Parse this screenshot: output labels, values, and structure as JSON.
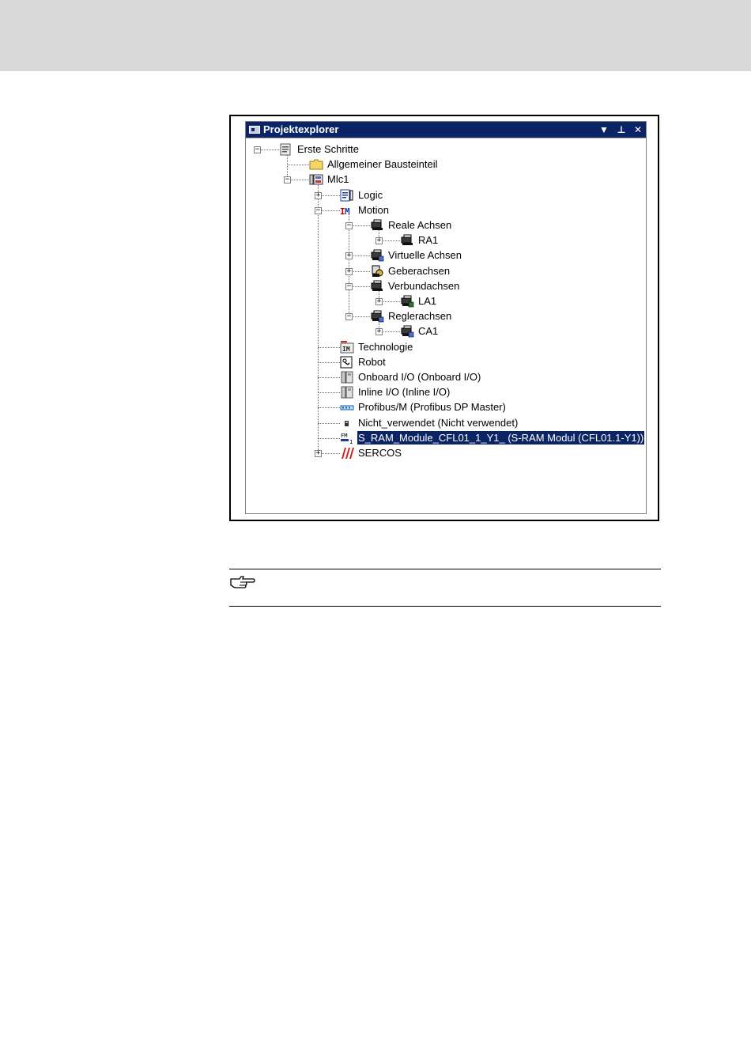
{
  "window": {
    "title": "Projektexplorer",
    "buttons": {
      "dropdown": "▼",
      "pin": "⊥",
      "close": "✕"
    }
  },
  "colors": {
    "titlebar": "#0b2466",
    "selection": "#0b2466",
    "header_band": "#d9d9d9"
  },
  "tree": [
    {
      "id": "erste-schritte",
      "label": "Erste Schritte",
      "level": 0,
      "expander": "minus",
      "icon": "project-icon"
    },
    {
      "id": "allgemeiner-bausteinteil",
      "label": "Allgemeiner Bausteinteil",
      "level": 1,
      "expander": "none",
      "icon": "folder-icon"
    },
    {
      "id": "mlc1",
      "label": "Mlc1",
      "level": 1,
      "expander": "minus",
      "icon": "controller-icon"
    },
    {
      "id": "logic",
      "label": "Logic",
      "level": 2,
      "expander": "plus",
      "icon": "logic-icon"
    },
    {
      "id": "motion",
      "label": "Motion",
      "level": 2,
      "expander": "minus",
      "icon": "motion-icon"
    },
    {
      "id": "reale-achsen",
      "label": "Reale Achsen",
      "level": 3,
      "expander": "minus",
      "icon": "real-axes-icon"
    },
    {
      "id": "ra1",
      "label": "RA1",
      "level": 4,
      "expander": "plus",
      "icon": "axis-icon"
    },
    {
      "id": "virtuelle-achsen",
      "label": "Virtuelle Achsen",
      "level": 3,
      "expander": "plus",
      "icon": "virtual-axes-icon"
    },
    {
      "id": "geberachsen",
      "label": "Geberachsen",
      "level": 3,
      "expander": "plus",
      "icon": "encoder-axes-icon"
    },
    {
      "id": "verbundachsen",
      "label": "Verbundachsen",
      "level": 3,
      "expander": "minus",
      "icon": "linked-axes-icon"
    },
    {
      "id": "la1",
      "label": "LA1",
      "level": 4,
      "expander": "plus",
      "icon": "linked-axis-icon"
    },
    {
      "id": "reglerachsen",
      "label": "Reglerachsen",
      "level": 3,
      "expander": "minus",
      "icon": "controller-axes-icon"
    },
    {
      "id": "ca1",
      "label": "CA1",
      "level": 4,
      "expander": "plus",
      "icon": "controller-axis-icon"
    },
    {
      "id": "technologie",
      "label": "Technologie",
      "level": 2,
      "expander": "none",
      "icon": "technology-icon"
    },
    {
      "id": "robot",
      "label": "Robot",
      "level": 2,
      "expander": "none",
      "icon": "robot-icon"
    },
    {
      "id": "onboard-io",
      "label": "Onboard I/O (Onboard I/O)",
      "level": 2,
      "expander": "none",
      "icon": "io-module-icon"
    },
    {
      "id": "inline-io",
      "label": "Inline I/O (Inline I/O)",
      "level": 2,
      "expander": "none",
      "icon": "io-module-icon"
    },
    {
      "id": "profibus",
      "label": "Profibus/M (Profibus DP Master)",
      "level": 2,
      "expander": "none",
      "icon": "profibus-icon"
    },
    {
      "id": "nicht-verwendet",
      "label": "Nicht_verwendet (Nicht verwendet)",
      "level": 2,
      "expander": "none",
      "icon": "unused-slot-icon"
    },
    {
      "id": "s-ram-module",
      "label": "S_RAM_Module_CFL01_1_Y1_ (S-RAM Modul (CFL01.1-Y1))",
      "level": 2,
      "expander": "none",
      "icon": "function-module-icon",
      "selected": true
    },
    {
      "id": "sercos",
      "label": "SERCOS",
      "level": 2,
      "expander": "plus",
      "icon": "sercos-icon"
    }
  ],
  "note": {
    "icon": "pointing-hand-icon",
    "text": ""
  }
}
